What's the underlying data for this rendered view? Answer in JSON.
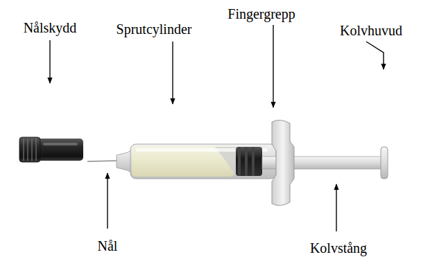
{
  "diagram": {
    "labels": [
      "Nålskydd",
      "Sprutcylinder",
      "Fingergrepp",
      "Kolvhuvud",
      "Nål",
      "Kolvstång"
    ]
  }
}
